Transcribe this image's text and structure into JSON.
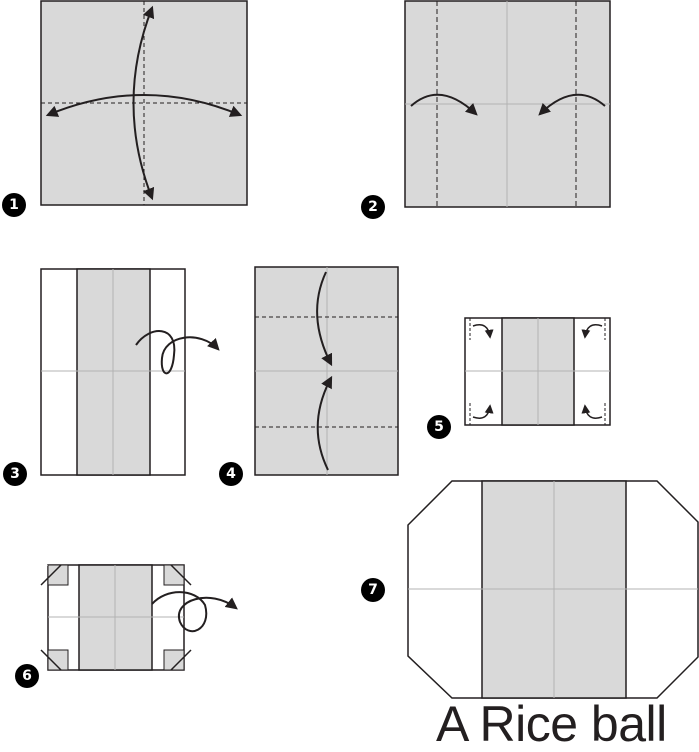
{
  "title": "A Rice ball",
  "steps": [
    {
      "number": "1"
    },
    {
      "number": "2"
    },
    {
      "number": "3"
    },
    {
      "number": "4"
    },
    {
      "number": "5"
    },
    {
      "number": "6"
    },
    {
      "number": "7"
    }
  ],
  "colors": {
    "paper_gray": "#d9d9d9",
    "paper_white": "#ffffff",
    "outline": "#231f20",
    "crease": "#b3b3b3",
    "badge": "#000000"
  },
  "icons": {
    "fold_arrow": "curved-arrow-icon",
    "turn_over": "turn-over-icon"
  }
}
